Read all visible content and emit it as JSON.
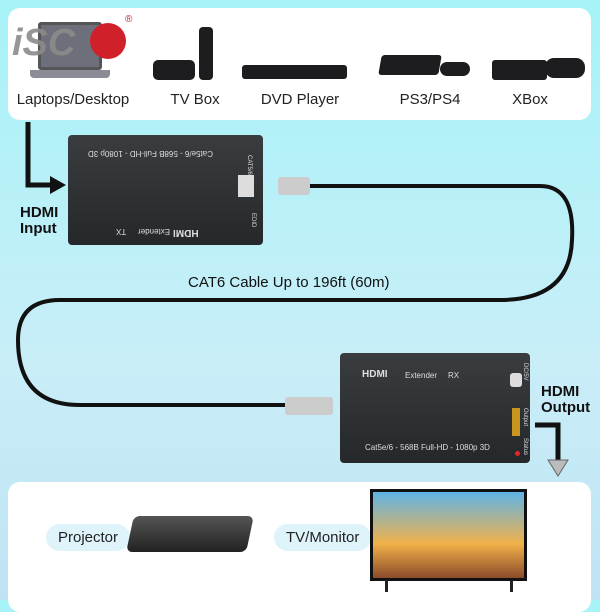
{
  "brand": {
    "logo_text": "iSC",
    "registered": "®",
    "color": "#d0202a"
  },
  "sources": [
    {
      "label": "Laptops/Desktop",
      "icon": "laptop-icon"
    },
    {
      "label": "TV Box",
      "icon": "tv-box-icon"
    },
    {
      "label": "DVD Player",
      "icon": "dvd-player-icon"
    },
    {
      "label": "PS3/PS4",
      "icon": "game-console-icon"
    },
    {
      "label": "XBox",
      "icon": "xbox-icon"
    }
  ],
  "tx": {
    "spec": "Cat5e/6 - 568B  Full-HD - 1080p 3D",
    "brand": "HDMI",
    "name": "Extender",
    "type": "TX",
    "port1": "CAT5/6",
    "port2": "EDID"
  },
  "rx": {
    "spec": "Cat5e/6 - 568B  Full-HD - 1080p 3D",
    "brand": "HDMI",
    "name": "Extender",
    "type": "RX",
    "port1": "DC/5V",
    "port2": "Output",
    "port3": "Status"
  },
  "input_label": "HDMI Input",
  "output_label": "HDMI Output",
  "cable_label": "CAT6 Cable Up to 196ft (60m)",
  "outputs": [
    {
      "label": "Projector",
      "icon": "projector-icon"
    },
    {
      "label": "TV/Monitor",
      "icon": "tv-icon"
    }
  ]
}
